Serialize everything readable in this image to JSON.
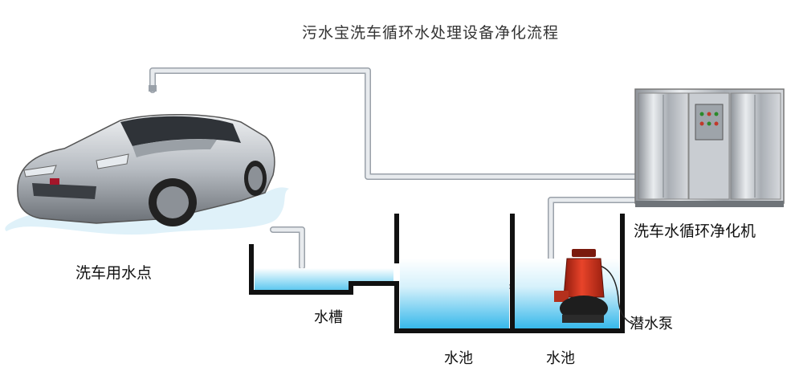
{
  "title": "污水宝洗车循环水处理设备净化流程",
  "labels": {
    "car_point": "洗车用水点",
    "trough": "水槽",
    "pool_1": "水池",
    "pool_2": "水池",
    "pump": "潜水泵",
    "machine": "洗车水循环净化机"
  },
  "colors": {
    "pipe": "#c9ced6",
    "wall": "#111111",
    "water_top": "#ffffff",
    "water_bottom": "#4fc3ee",
    "pump": "#d7321f",
    "machine": "#b9bdc3"
  }
}
